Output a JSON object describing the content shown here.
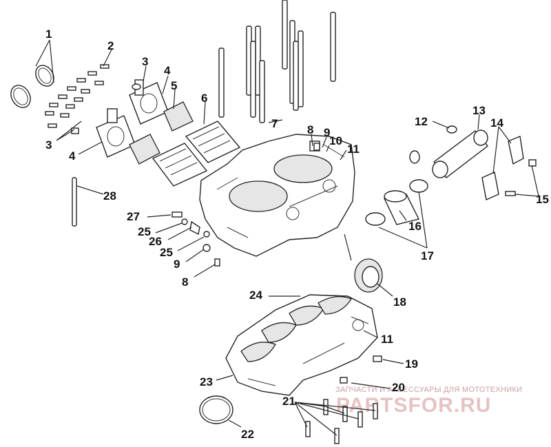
{
  "callouts": [
    {
      "id": "c1",
      "label": "1"
    },
    {
      "id": "c2",
      "label": "2"
    },
    {
      "id": "c3a",
      "label": "3"
    },
    {
      "id": "c3b",
      "label": "3"
    },
    {
      "id": "c4a",
      "label": "4"
    },
    {
      "id": "c4b",
      "label": "4"
    },
    {
      "id": "c5",
      "label": "5"
    },
    {
      "id": "c6",
      "label": "6"
    },
    {
      "id": "c7",
      "label": "7"
    },
    {
      "id": "c8a",
      "label": "8"
    },
    {
      "id": "c8b",
      "label": "8"
    },
    {
      "id": "c9a",
      "label": "9"
    },
    {
      "id": "c9b",
      "label": "9"
    },
    {
      "id": "c10",
      "label": "10"
    },
    {
      "id": "c11a",
      "label": "11"
    },
    {
      "id": "c11b",
      "label": "11"
    },
    {
      "id": "c12",
      "label": "12"
    },
    {
      "id": "c13",
      "label": "13"
    },
    {
      "id": "c14",
      "label": "14"
    },
    {
      "id": "c15",
      "label": "15"
    },
    {
      "id": "c16",
      "label": "16"
    },
    {
      "id": "c17",
      "label": "17"
    },
    {
      "id": "c18",
      "label": "18"
    },
    {
      "id": "c19",
      "label": "19"
    },
    {
      "id": "c20",
      "label": "20"
    },
    {
      "id": "c21",
      "label": "21"
    },
    {
      "id": "c22",
      "label": "22"
    },
    {
      "id": "c23",
      "label": "23"
    },
    {
      "id": "c24",
      "label": "24"
    },
    {
      "id": "c25a",
      "label": "25"
    },
    {
      "id": "c25b",
      "label": "25"
    },
    {
      "id": "c26",
      "label": "26"
    },
    {
      "id": "c27",
      "label": "27"
    },
    {
      "id": "c28",
      "label": "28"
    }
  ],
  "watermark": {
    "tagline": "ЗАПЧАСТИ И АКСЕССУАРЫ ДЛЯ МОТОТЕХНИКИ",
    "brand": "PARTSFOR.RU"
  }
}
